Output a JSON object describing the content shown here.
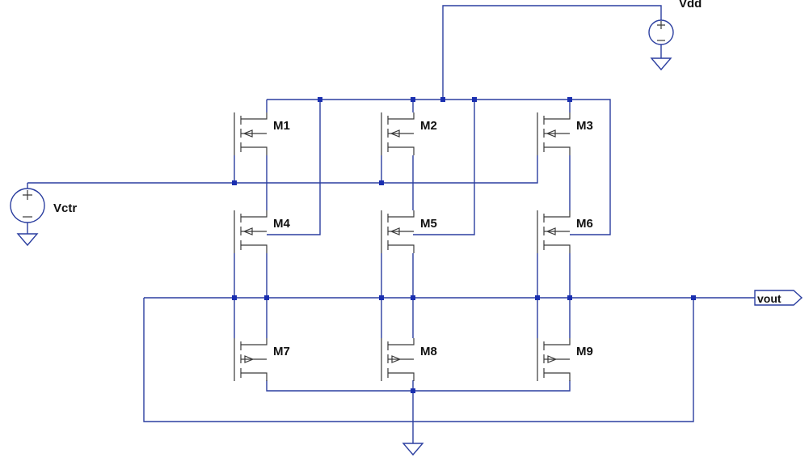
{
  "transistors": [
    {
      "id": "M1",
      "type": "pmos"
    },
    {
      "id": "M2",
      "type": "pmos"
    },
    {
      "id": "M3",
      "type": "pmos"
    },
    {
      "id": "M4",
      "type": "pmos"
    },
    {
      "id": "M5",
      "type": "pmos"
    },
    {
      "id": "M6",
      "type": "pmos"
    },
    {
      "id": "M7",
      "type": "nmos"
    },
    {
      "id": "M8",
      "type": "nmos"
    },
    {
      "id": "M9",
      "type": "nmos"
    }
  ],
  "sources": [
    {
      "id": "vdd",
      "label": "Vdd"
    },
    {
      "id": "vctr",
      "label": "Vctr"
    }
  ],
  "output_port": {
    "label": "vout"
  },
  "colors": {
    "wire": "#2c3fa0",
    "node": "#1a2fb0",
    "device": "#3a3a3a",
    "text": "#111111"
  }
}
